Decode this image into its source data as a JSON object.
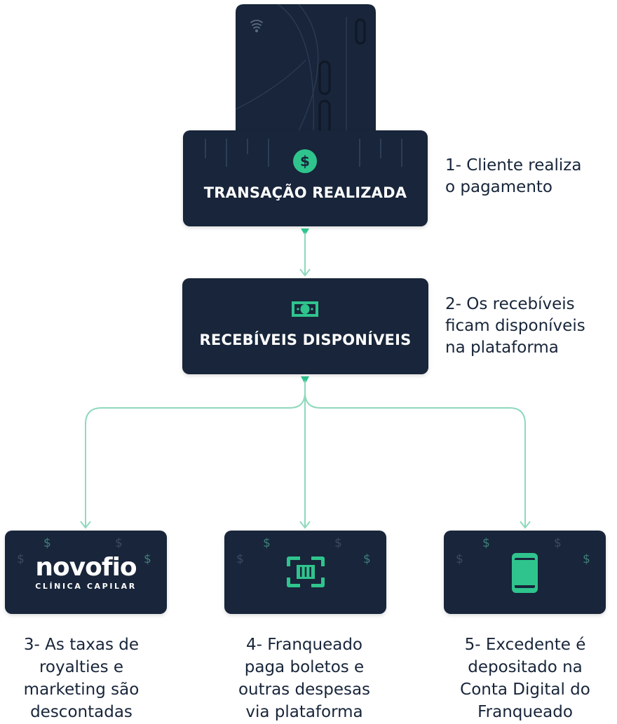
{
  "steps": {
    "step1": {
      "box_title": "TRANSAÇÃO REALIZADA",
      "caption_lines": [
        "1- Cliente realiza",
        "o pagamento"
      ]
    },
    "step2": {
      "box_title": "RECEBÍVEIS DISPONÍVEIS",
      "caption_lines": [
        "2- Os recebíveis",
        "ficam disponíveis",
        "na plataforma"
      ]
    },
    "step3": {
      "logo_main": "novofio",
      "logo_sub": "CLÍNICA CAPILAR",
      "caption_lines": [
        "3- As taxas de",
        "royalties e",
        "marketing são",
        "descontadas"
      ]
    },
    "step4": {
      "caption_lines": [
        "4- Franqueado",
        "paga boletos e",
        "outras despesas",
        "via plataforma"
      ]
    },
    "step5": {
      "caption_lines": [
        "5- Excedente é",
        "depositado na",
        "Conta Digital do",
        "Franqueado"
      ]
    }
  },
  "decor": {
    "dollar_symbol": "$"
  },
  "icons": {
    "step1": "dollar-circle-icon",
    "step2": "banknote-icon",
    "step4": "barcode-scan-icon",
    "step5": "smartphone-icon",
    "terminal": "card-terminal-icon",
    "contactless": "contactless-icon"
  },
  "colors": {
    "navy": "#18253a",
    "green": "#2fc48d",
    "connector": "#8fd9bc",
    "dim_dollar": "#3c4a5e",
    "teal_dollar": "#3f7f79"
  }
}
